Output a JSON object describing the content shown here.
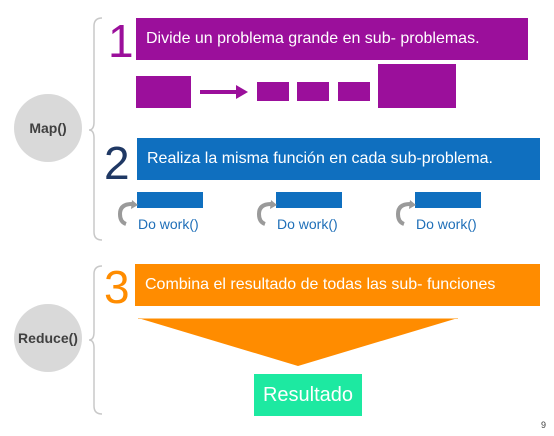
{
  "map": {
    "label": "Map()",
    "step1": {
      "number": "1",
      "text": "Divide un problema grande en sub- problemas."
    },
    "step2": {
      "number": "2",
      "text": "Realiza la misma función en cada sub-problema.",
      "work_items": [
        "Do work()",
        "Do work()",
        "Do work()"
      ]
    }
  },
  "reduce": {
    "label": "Reduce()",
    "step3": {
      "number": "3",
      "text": "Combina el resultado de todas las sub- funciones"
    },
    "result": "Resultado"
  },
  "page_number": "9",
  "colors": {
    "purple": "#9b0f9b",
    "blue": "#0f6fbf",
    "orange": "#ff8c00",
    "green": "#1de9a1",
    "gray_circle": "#d9d9d9",
    "number1": "#9b0f9b",
    "number2": "#1f3864",
    "number3": "#ff8c00"
  }
}
